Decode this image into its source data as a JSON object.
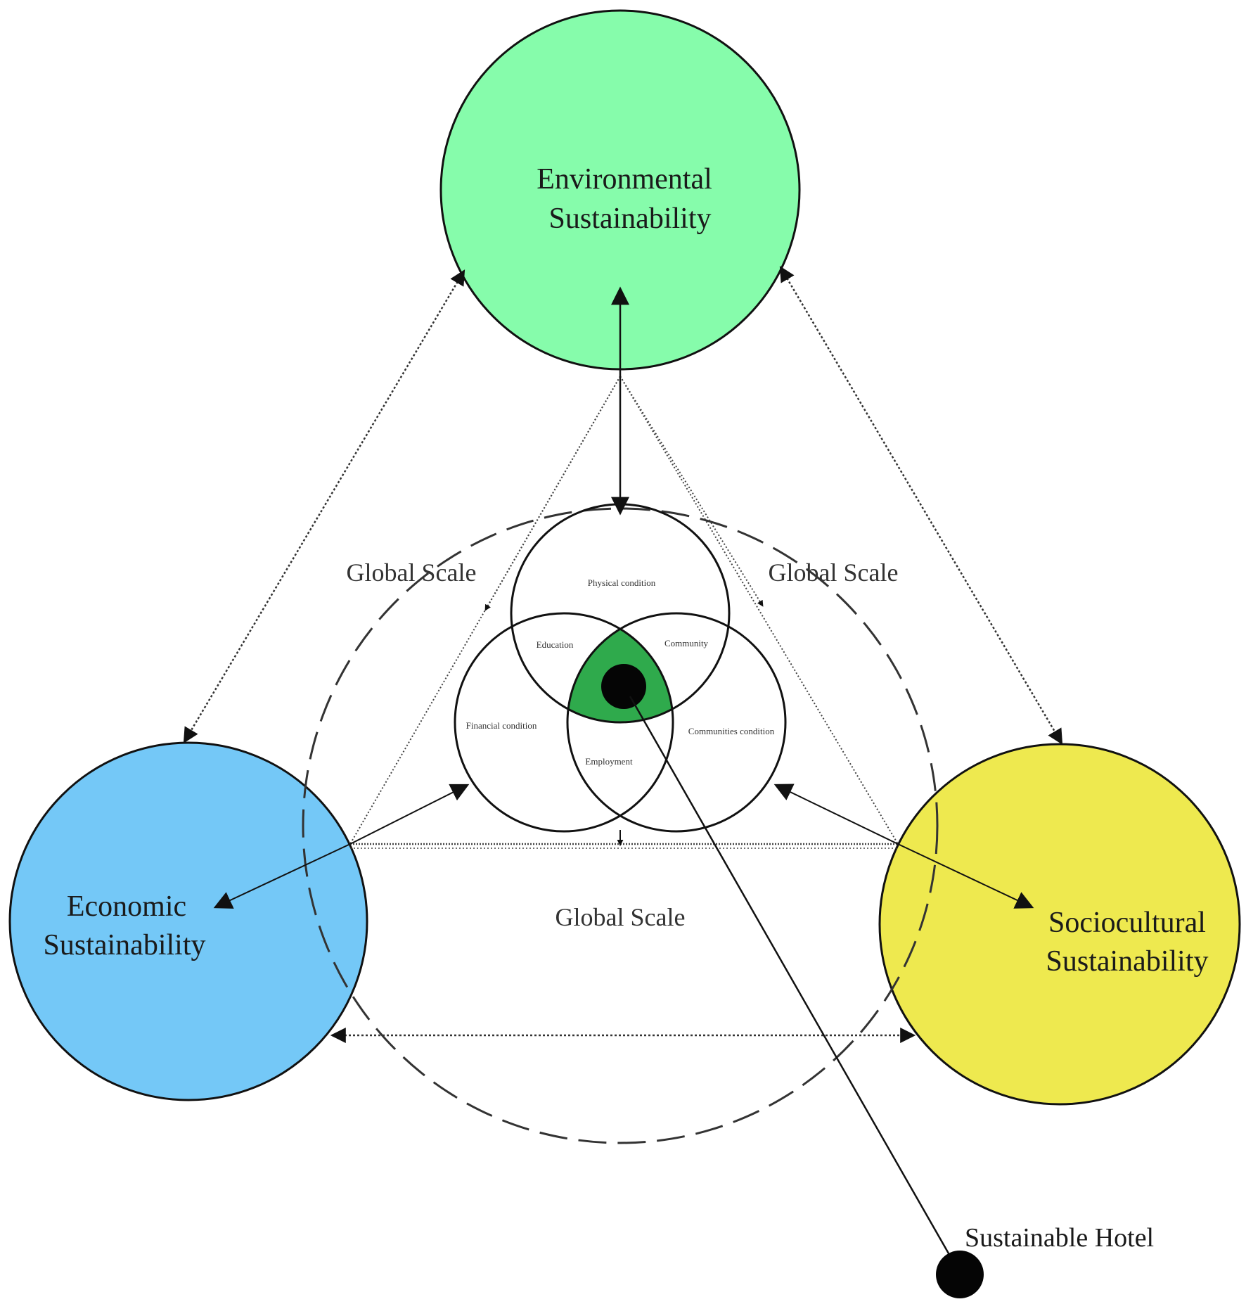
{
  "pillars": {
    "environmental": {
      "line1": "Environmental",
      "line2": "Sustainability",
      "color": "#86fcab"
    },
    "economic": {
      "line1": "Economic",
      "line2": "Sustainability",
      "color": "#74c8f7"
    },
    "sociocultural": {
      "line1": "Sociocultural",
      "line2": "Sustainability",
      "color": "#eee94f"
    }
  },
  "global_scale": {
    "left": "Global Scale",
    "right": "Global Scale",
    "bottom": "Global Scale"
  },
  "venn": {
    "physical_condition": "Physical condition",
    "education": "Education",
    "community": "Community",
    "financial_condition": "Financial condition",
    "communities_condition": "Communities condition",
    "employment": "Employment",
    "center_color": "#2faa4c"
  },
  "hotel": {
    "label": "Sustainable Hotel"
  }
}
